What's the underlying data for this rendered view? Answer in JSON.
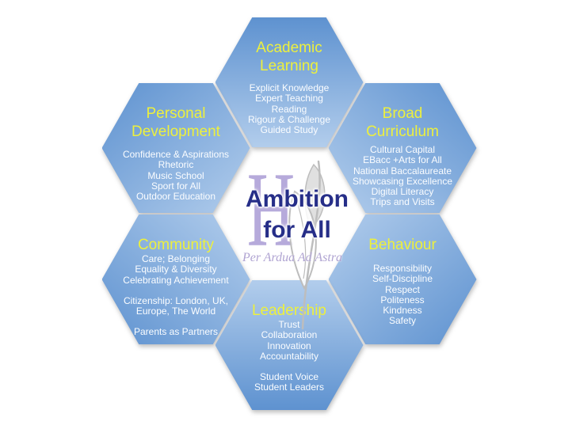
{
  "diagram": {
    "name": "Ambition for All school values hexagon diagram"
  },
  "center": {
    "monogram": "H",
    "title_lines": [
      "Ambition",
      "for All"
    ],
    "motto": "Per Ardua Ad Astra"
  },
  "hexagons": [
    {
      "id": "academic-learning",
      "title_lines": [
        "Academic",
        "Learning"
      ],
      "items": [
        "Explicit Knowledge",
        "Expert Teaching",
        "Reading",
        "Rigour & Challenge",
        "Guided Study"
      ]
    },
    {
      "id": "personal-development",
      "title_lines": [
        "Personal",
        "Development"
      ],
      "items": [
        "Confidence & Aspirations",
        "Rhetoric",
        "Music School",
        "Sport for All",
        "Outdoor Education"
      ]
    },
    {
      "id": "broad-curriculum",
      "title_lines": [
        "Broad",
        "Curriculum"
      ],
      "items": [
        "Cultural Capital",
        "EBacc +Arts for All",
        "National Baccalaureate",
        "Showcasing Excellence",
        "Digital Literacy",
        "Trips and Visits"
      ]
    },
    {
      "id": "community",
      "title_lines": [
        "Community"
      ],
      "items": [
        "Care; Belonging",
        "Equality & Diversity",
        "Celebrating Achievement",
        "",
        "Citizenship: London, UK,",
        "Europe, The World",
        "",
        "Parents as Partners"
      ]
    },
    {
      "id": "behaviour",
      "title_lines": [
        "Behaviour"
      ],
      "items": [
        "Responsibility",
        "Self-Discipline",
        "Respect",
        "Politeness",
        "Kindness",
        "Safety"
      ]
    },
    {
      "id": "leadership",
      "title_lines": [
        "Leadership"
      ],
      "items": [
        "Trust",
        "Collaboration",
        "Innovation",
        "Accountability",
        "",
        "Student Voice",
        "Student Leaders"
      ]
    }
  ],
  "colors": {
    "hex-dark": "#5e92d0",
    "hex-light": "#b2cdec",
    "yellow": "#edf03d",
    "item-text": "#fbfdff",
    "navy": "#262e88",
    "lavender": "#b6aadb",
    "motto": "#b0a4d2",
    "leaf": "#bdbdbd"
  }
}
